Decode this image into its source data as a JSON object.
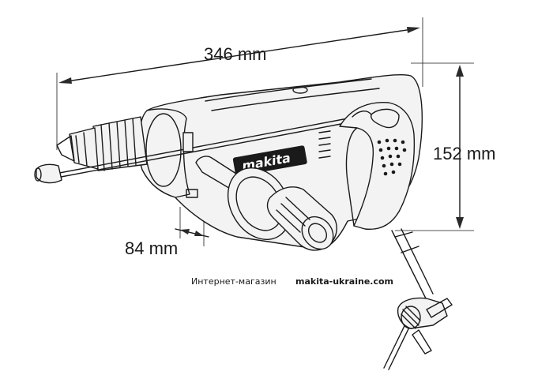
{
  "dimensions": {
    "length": "346 mm",
    "height": "152 mm",
    "offset": "84 mm"
  },
  "brand": {
    "logo_text": "makita"
  },
  "watermark": {
    "prefix": "Интернет-магазин",
    "site": "makita-ukraine.com"
  },
  "colors": {
    "line": "#1a1a1a",
    "background": "#ffffff",
    "logo_plate": "#1a1a1a"
  }
}
